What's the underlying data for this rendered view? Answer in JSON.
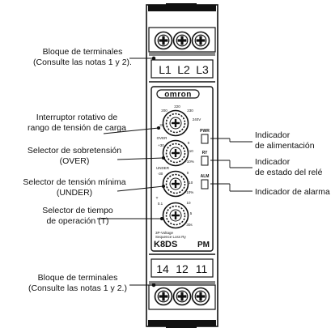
{
  "device": {
    "brand": "omron",
    "model": "K8DS",
    "suffix": "PM",
    "top_terminals": [
      "L1",
      "L2",
      "L3"
    ],
    "bottom_terminals": [
      "14",
      "12",
      "11"
    ],
    "indicator_labels": [
      "PWR",
      "RY",
      "ALM"
    ],
    "dial_labels": {
      "voltage": [
        "200",
        "220",
        "230",
        "240V",
        "380"
      ],
      "over": [
        "OVER",
        "0",
        "+30",
        "+10",
        "+10%"
      ],
      "under": [
        "UNDER",
        "-30",
        "0",
        "-10",
        "-10%"
      ],
      "time": [
        "T",
        "0.1",
        "10",
        "5",
        "30s"
      ]
    },
    "small_text": [
      "3P-Voltage",
      "Sequence Loss Ry"
    ]
  },
  "callouts": {
    "terminal_block_top": [
      "Bloque de terminales",
      "(Consulte las notas 1 y 2)."
    ],
    "load_voltage_switch": [
      "Interruptor rotativo de",
      "rango de tensión de carga"
    ],
    "overvoltage_selector": [
      "Selector de sobretensión",
      "(OVER)"
    ],
    "undervoltage_selector": [
      "Selector de tensión mínima",
      "(UNDER)"
    ],
    "operating_time_selector": [
      "Selector de tiempo",
      "de operación (T)"
    ],
    "terminal_block_bottom": [
      "Bloque de terminales",
      "(Consulte las notas 1 y 2.)"
    ],
    "power_indicator": [
      "Indicador",
      "de alimentación"
    ],
    "relay_status_indicator": [
      "Indicador",
      "de estado del relé"
    ],
    "alarm_indicator": [
      "Indicador de alarma"
    ]
  }
}
